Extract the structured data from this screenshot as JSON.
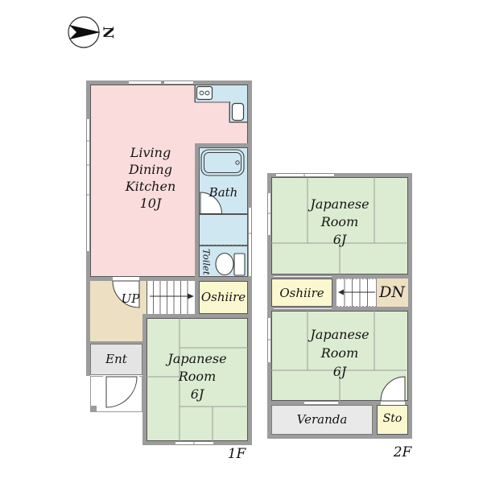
{
  "compass": {
    "label": "N"
  },
  "palette": {
    "wall": "#9c9c9c",
    "ldk_pink": "#fbdcdc",
    "wet_blue": "#cfe7f0",
    "tatami_green": "#dcecd2",
    "closet_yellow": "#fbf8cf",
    "hall_beige": "#eddfc2",
    "entry_gray": "#e4e4e4",
    "veranda_gray": "#e9e9e9"
  },
  "floor1": {
    "floor_label": "1F",
    "ldk": {
      "line1": "Living",
      "line2": "Dining",
      "line3": "Kitchen",
      "line4": "10J"
    },
    "bath_label": "Bath",
    "toilet_label": "Toilet",
    "oshiire_label": "Oshiire",
    "up_label": "UP",
    "ent_label": "Ent",
    "jroom": {
      "line1": "Japanese",
      "line2": "Room",
      "line3": "6J"
    }
  },
  "floor2": {
    "floor_label": "2F",
    "jroom_top": {
      "line1": "Japanese",
      "line2": "Room",
      "line3": "6J"
    },
    "oshiire_label": "Oshiire",
    "dn_label": "DN",
    "jroom_bottom": {
      "line1": "Japanese",
      "line2": "Room",
      "line3": "6J"
    },
    "veranda_label": "Veranda",
    "sto_label": "Sto"
  }
}
